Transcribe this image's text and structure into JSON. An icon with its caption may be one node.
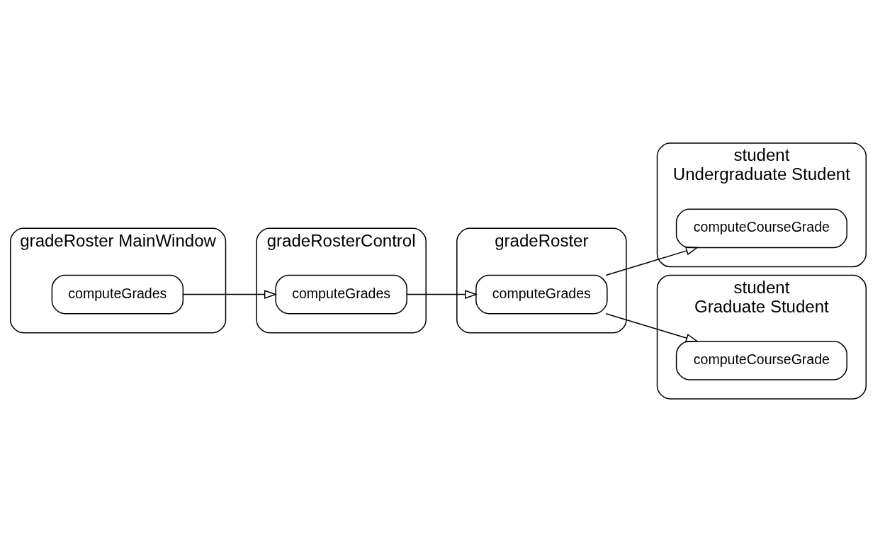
{
  "diagram": {
    "nodes": [
      {
        "text": [
          "gradeRoster MainWindow"
        ]
      },
      {
        "text": [
          "computeGrades"
        ],
        "in": 0
      },
      {
        "text": [
          "gradeRosterControl"
        ]
      },
      {
        "text": [
          "computeGrades"
        ],
        "in": 2
      },
      {
        "text": [
          "gradeRoster"
        ]
      },
      {
        "text": [
          "computeGrades"
        ],
        "in": 4
      },
      {
        "text": [
          "student",
          "Undergraduate Student"
        ]
      },
      {
        "text": [
          "computeCourseGrade"
        ],
        "in": 6
      },
      {
        "text": [
          "student",
          "Graduate Student"
        ]
      },
      {
        "text": [
          "computeCourseGrade"
        ],
        "in": 8
      }
    ],
    "edges": [
      {
        "from": 1,
        "to": 3,
        "arrow": "to"
      },
      {
        "from": 3,
        "to": 5,
        "arrow": "to"
      },
      {
        "from": 5,
        "to": 7,
        "arrow": "to"
      },
      {
        "from": 5,
        "to": 9,
        "arrow": "to"
      }
    ]
  }
}
